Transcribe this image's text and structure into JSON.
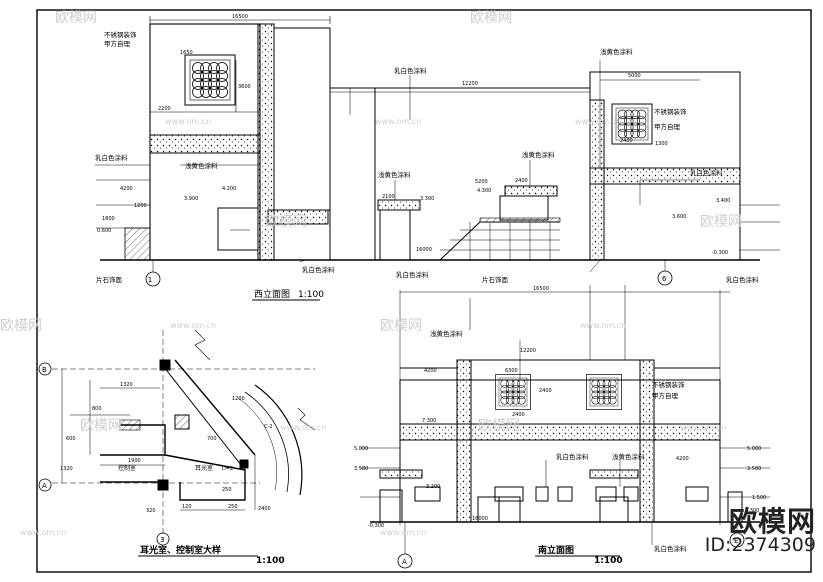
{
  "watermark": {
    "brand": "欧模网",
    "url": "www.om.cn",
    "id_label": "ID:2374309"
  },
  "titles": {
    "west": {
      "name": "西立面图",
      "scale": "1:100"
    },
    "detail": {
      "name": "耳光室、控制室大样",
      "scale": "1:100"
    },
    "south": {
      "name": "南立面图",
      "scale": "1:100"
    }
  },
  "grid_marks": {
    "g1": "1",
    "g6": "6",
    "gB": "B",
    "gA": "A",
    "g3": "3",
    "gE": "E",
    "gA2": "A"
  },
  "west_notes": {
    "n1": "不锈钢装饰",
    "n2": "甲方自理",
    "n3": "乳白色涂料",
    "n4": "浅黄色涂料",
    "n5": "浅黄色涂料",
    "n6": "不锈钢装饰",
    "n7": "甲方自理",
    "n8": "乳白色涂料",
    "n9": "浅黄色涂料",
    "n10": "浅黄色涂料",
    "n11": "乳白色涂料",
    "n12": "乳白色涂料",
    "n13": "片石饰面",
    "n14": "片石饰面"
  },
  "west_dims": {
    "d1": "16500",
    "d2": "1650",
    "d3": "3600",
    "d4": "2200",
    "d5": "4200",
    "d6": "1200",
    "d7": "1800",
    "d8": "0.600",
    "d9": "3.900",
    "d10": "4.200",
    "d11": "12200",
    "d12": "5000",
    "d13": "5200",
    "d14": "4.300",
    "d15": "2400",
    "d16": "2100",
    "d17": "3.300",
    "d18": "16000",
    "d19": "3.400",
    "d20": "-0.300",
    "d21": "2400",
    "d22": "1300",
    "d23": "3.600"
  },
  "detail_dims": {
    "e1": "1320",
    "e2": "600",
    "e3": "800",
    "e4": "1320",
    "e5": "1900",
    "e6": "700",
    "e7": "250",
    "e8": "250",
    "e9": "120",
    "e10": "320",
    "e11": "1200",
    "e12": "2400",
    "e13": "D=2",
    "e14": "C-2"
  },
  "detail_rooms": {
    "r1": "控制室",
    "r2": "耳光室"
  },
  "south_notes": {
    "s1": "浅黄色涂料",
    "s2": "乳白色涂料",
    "s3": "乳白色涂料",
    "s4": "不锈钢装饰",
    "s5": "甲方自理",
    "s6": "乳白色涂料",
    "s7": "浅黄色涂料",
    "s8": "乳白色涂料"
  },
  "south_dims": {
    "t1": "16500",
    "t2": "12200",
    "t3": "4200",
    "t4": "6300",
    "t5": "2400",
    "t6": "7.300",
    "t7": "2400",
    "t8": "5.000",
    "t9": "3.580",
    "t10": "3.200",
    "t11": "16000",
    "t12": "-0.300",
    "t13": "5.000",
    "t14": "3.580",
    "t15": "1.500",
    "t16": "4200",
    "t17": "1.300"
  }
}
